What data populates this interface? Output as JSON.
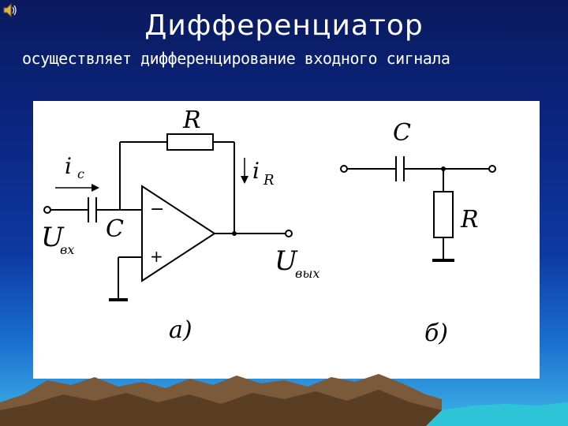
{
  "slide": {
    "title": "Дифференциатор",
    "subtitle": "осуществляет дифференцирование входного сигнала"
  },
  "diagram_a": {
    "resistor_label": "R",
    "capacitor_label": "C",
    "current_ic": "i",
    "current_ic_sub": "c",
    "current_ir": "i",
    "current_ir_sub": "R",
    "input_label": "U",
    "input_sub": "вх",
    "output_label": "U",
    "output_sub": "вых",
    "minus": "−",
    "plus": "+",
    "caption": "а)"
  },
  "diagram_b": {
    "capacitor_label": "C",
    "resistor_label": "R",
    "caption": "б)"
  },
  "icons": {
    "speaker": "speaker-icon"
  }
}
